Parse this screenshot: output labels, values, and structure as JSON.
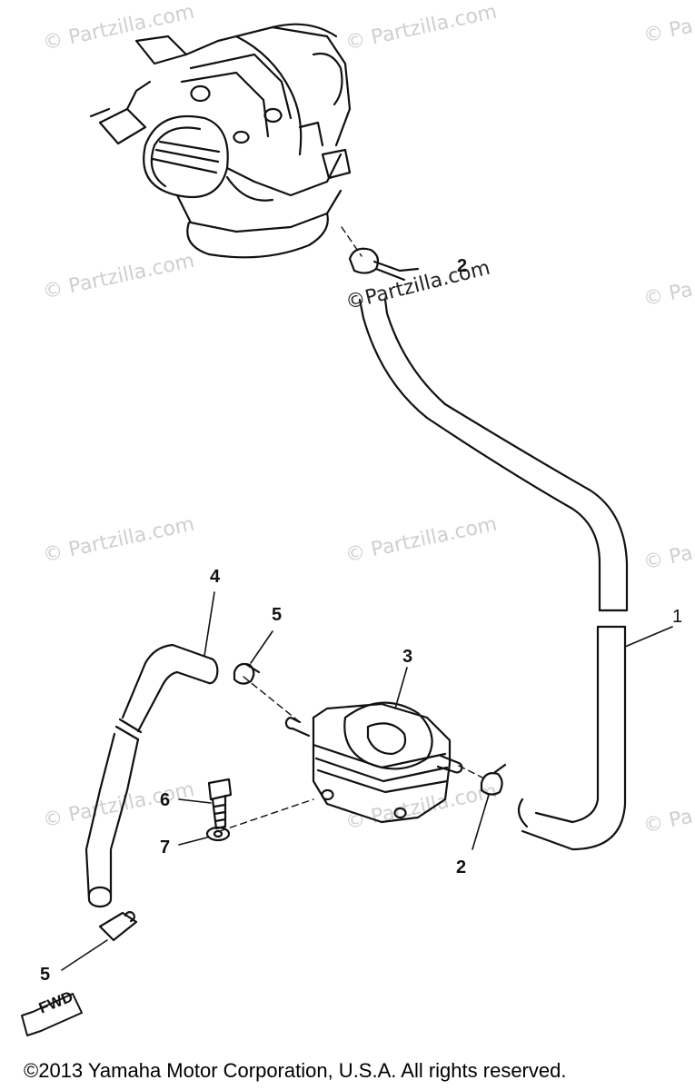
{
  "watermark": {
    "text": "© Partzilla.com",
    "overlay_text": "©Partzilla.com",
    "edge_text": "© Pa"
  },
  "callouts": {
    "c1": "1",
    "c2_top": "2",
    "c2_bottom": "2",
    "c3": "3",
    "c4": "4",
    "c5_top": "5",
    "c5_bottom": "5",
    "c6": "6",
    "c7": "7"
  },
  "direction_label": "FWD",
  "footer": {
    "copyright": "©2013  Yamaha Motor Corporation, U.S.A. All rights reserved."
  }
}
